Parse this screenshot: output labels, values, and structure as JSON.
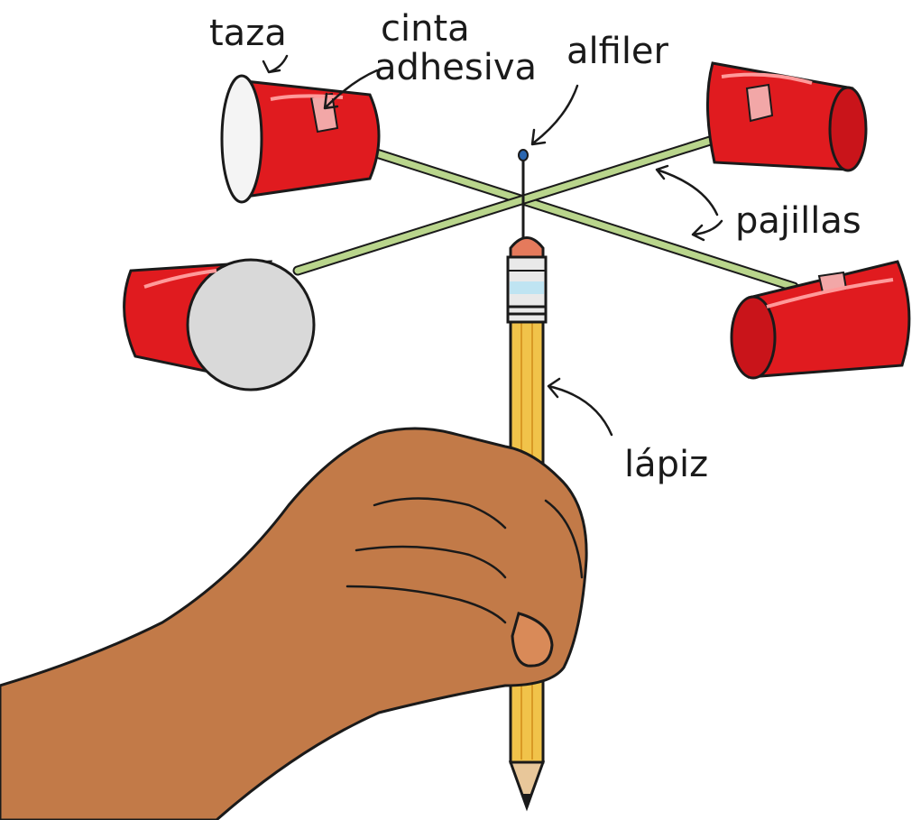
{
  "labels": {
    "cup": "taza",
    "tape_line1": "cinta",
    "tape_line2": "adhesiva",
    "pin": "alfiler",
    "straws": "pajillas",
    "pencil": "lápiz"
  },
  "colors": {
    "cup_red": "#e01b1f",
    "cup_rim": "#f2f2f2",
    "straw": "#b9d58c",
    "pencil_body": "#f1c34a",
    "eraser": "#e57a5c",
    "skin": "#c27a48"
  }
}
